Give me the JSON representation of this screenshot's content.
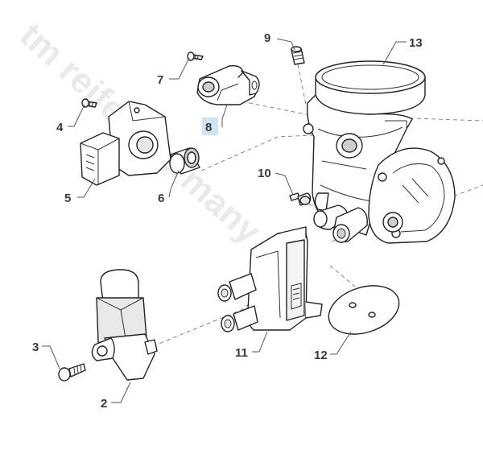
{
  "watermark": {
    "text": "tm reifen-germany"
  },
  "callouts": [
    {
      "id": "2",
      "label": "2"
    },
    {
      "id": "3",
      "label": "3"
    },
    {
      "id": "4",
      "label": "4"
    },
    {
      "id": "5",
      "label": "5"
    },
    {
      "id": "6",
      "label": "6"
    },
    {
      "id": "7",
      "label": "7"
    },
    {
      "id": "8",
      "label": "8",
      "highlighted": true
    },
    {
      "id": "9",
      "label": "9"
    },
    {
      "id": "10",
      "label": "10"
    },
    {
      "id": "11",
      "label": "11"
    },
    {
      "id": "12",
      "label": "12"
    },
    {
      "id": "13",
      "label": "13"
    }
  ],
  "colors": {
    "highlight": "#cfe3f1",
    "line": "#222222",
    "label": "#3a3a3a"
  }
}
